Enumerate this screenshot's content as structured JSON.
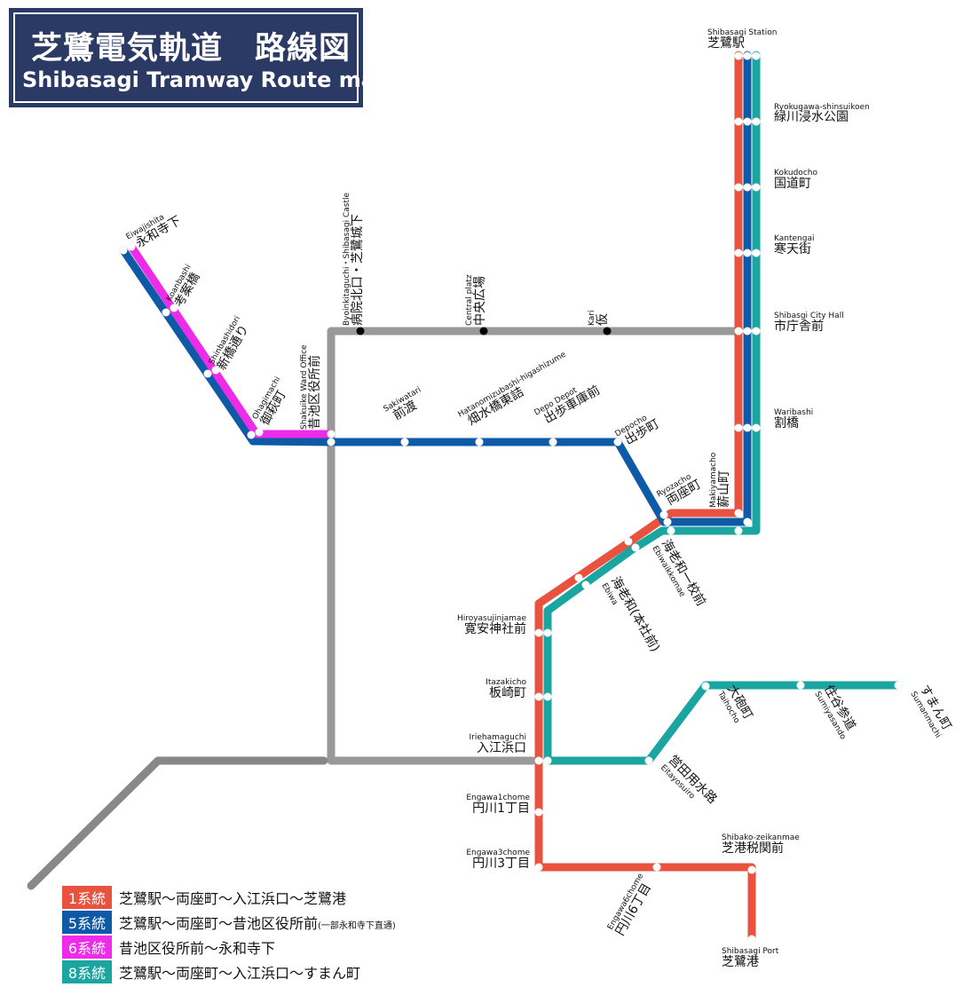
{
  "title": {
    "ja": "芝鷺電気軌道　路線図",
    "en": "Shibasagi Tramway Route map"
  },
  "colors": {
    "route1": "#e8523f",
    "route5": "#0e5aa7",
    "route6": "#ee2be8",
    "route8": "#1aa5a0",
    "other": "#999999"
  },
  "stations": {
    "shibasagi": {
      "en": "Shibasagi Station",
      "ja": "芝鷺駅"
    },
    "ryokugawa": {
      "en": "Ryokugawa-shinsuikoen",
      "ja": "緑川浸水公園"
    },
    "kokudocho": {
      "en": "Kokudocho",
      "ja": "国道町"
    },
    "kantengai": {
      "en": "Kantengai",
      "ja": "寒天街"
    },
    "cityhall": {
      "en": "Shibasgi City Hall",
      "ja": "市庁舎前"
    },
    "waribashi": {
      "en": "Waribashi",
      "ja": "割橋"
    },
    "makiyamacho": {
      "en": "Makiyamacho",
      "ja": "薪山町"
    },
    "ryozacho": {
      "en": "Ryozacho",
      "ja": "両座町"
    },
    "ebiwaikkomae": {
      "en": "Ebiwaikkomae",
      "ja": "海老和一校前"
    },
    "ebiwa": {
      "en": "Ebiwa",
      "ja": "海老和(本社前)"
    },
    "hiroyasu": {
      "en": "Hiroyasujinjamae",
      "ja": "寛安神社前"
    },
    "itazakicho": {
      "en": "Itazakicho",
      "ja": "板崎町"
    },
    "iriehamaguchi": {
      "en": "Iriehamaguchi",
      "ja": "入江浜口"
    },
    "engawa1": {
      "en": "Engawa1chome",
      "ja": "円川1丁目"
    },
    "engawa3": {
      "en": "Engawa3chome",
      "ja": "円川3丁目"
    },
    "engawa6": {
      "en": "Engawa6chome",
      "ja": "円川6丁目"
    },
    "shibako": {
      "en": "Shibako-zeikanmae",
      "ja": "芝港税関前"
    },
    "port": {
      "en": "Shibasagi Port",
      "ja": "芝鷺港"
    },
    "eitayosuiro": {
      "en": "Eitayosuiro",
      "ja": "営田用水路"
    },
    "taihocho": {
      "en": "Taihocho",
      "ja": "大砲町"
    },
    "sumiyasando": {
      "en": "Sumiyasando",
      "ja": "住谷参道"
    },
    "sumanmachi": {
      "en": "Sumanmachi",
      "ja": "すまん町"
    },
    "depocho": {
      "en": "Depocho",
      "ja": "出歩町"
    },
    "depodepot": {
      "en": "Depo Depot",
      "ja": "出歩車庫前"
    },
    "hatanomi": {
      "en": "Hatanomizubashi-higashizume",
      "ja": "畑水橋東詰"
    },
    "sakiwatari": {
      "en": "Sakiwatari",
      "ja": "前渡"
    },
    "shakuike": {
      "en": "Shakuike Ward Office",
      "ja": "昔池区役所前"
    },
    "ohagimachi": {
      "en": "Ohagimachi",
      "ja": "御萩町"
    },
    "shinbashidori": {
      "en": "Shinbashidori",
      "ja": "新橋通り"
    },
    "koanbashi": {
      "en": "Koanbashi",
      "ja": "考案橋"
    },
    "eiwajishita": {
      "en": "Eiwajishita",
      "ja": "永和寺下"
    },
    "byoinkita": {
      "en": "Byoinkitaguchi・Shibasagi Castle",
      "ja": "病院北口・芝鷺城下"
    },
    "central": {
      "en": "Central platz",
      "ja": "中央広場"
    },
    "kari": {
      "en": "Kari",
      "ja": "仮"
    }
  },
  "legend": [
    {
      "badge": "1系統",
      "desc": "芝鷺駅～両座町～入江浜口～芝鷺港",
      "note": "",
      "color": "#e8523f"
    },
    {
      "badge": "5系統",
      "desc": "芝鷺駅～両座町～昔池区役所前",
      "note": "(一部永和寺下直通)",
      "color": "#0e5aa7"
    },
    {
      "badge": "6系統",
      "desc": "昔池区役所前～永和寺下",
      "note": "",
      "color": "#ee2be8"
    },
    {
      "badge": "8系統",
      "desc": "芝鷺駅～両座町～入江浜口～すまん町",
      "note": "",
      "color": "#1aa5a0"
    }
  ]
}
